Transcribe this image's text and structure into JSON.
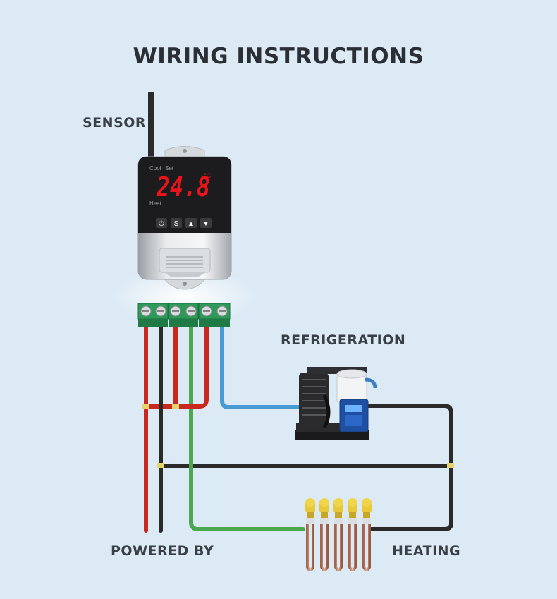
{
  "title": "WIRING INSTRUCTIONS",
  "labels": {
    "sensor": "SENSOR",
    "refrigeration": "REFRIGERATION",
    "powered_by": "POWERED BY",
    "heating": "HEATING"
  },
  "controller": {
    "mode_cool": "Cool",
    "mode_set": "Set",
    "mode_heat": "Heat",
    "display_value": "24.8",
    "display_unit": "°C",
    "buttons": [
      "⏻",
      "S",
      "▲",
      "▼"
    ]
  },
  "colors": {
    "background": "#dceaf5",
    "wire_red": "#c8281e",
    "wire_black": "#2a2a2a",
    "wire_green": "#4aa84e",
    "wire_blue": "#4a9bd4",
    "display_red": "#e8141a",
    "terminal_green": "#1f8a4c"
  },
  "icons": [
    "power-icon",
    "set-icon",
    "up-arrow-icon",
    "down-arrow-icon",
    "compressor-icon",
    "heater-icon",
    "antenna-icon"
  ]
}
